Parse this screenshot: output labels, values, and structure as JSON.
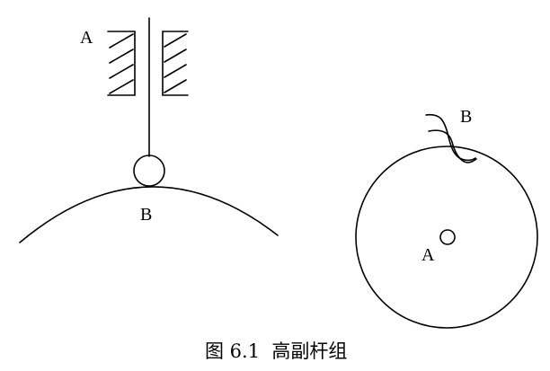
{
  "colors": {
    "stroke": "#000000",
    "background": "#ffffff"
  },
  "left_mechanism": {
    "guide_label": "A",
    "contact_label": "B"
  },
  "right_mechanism": {
    "center_label": "A",
    "contact_label": "B"
  },
  "caption": "图 6.1  高副杆组"
}
